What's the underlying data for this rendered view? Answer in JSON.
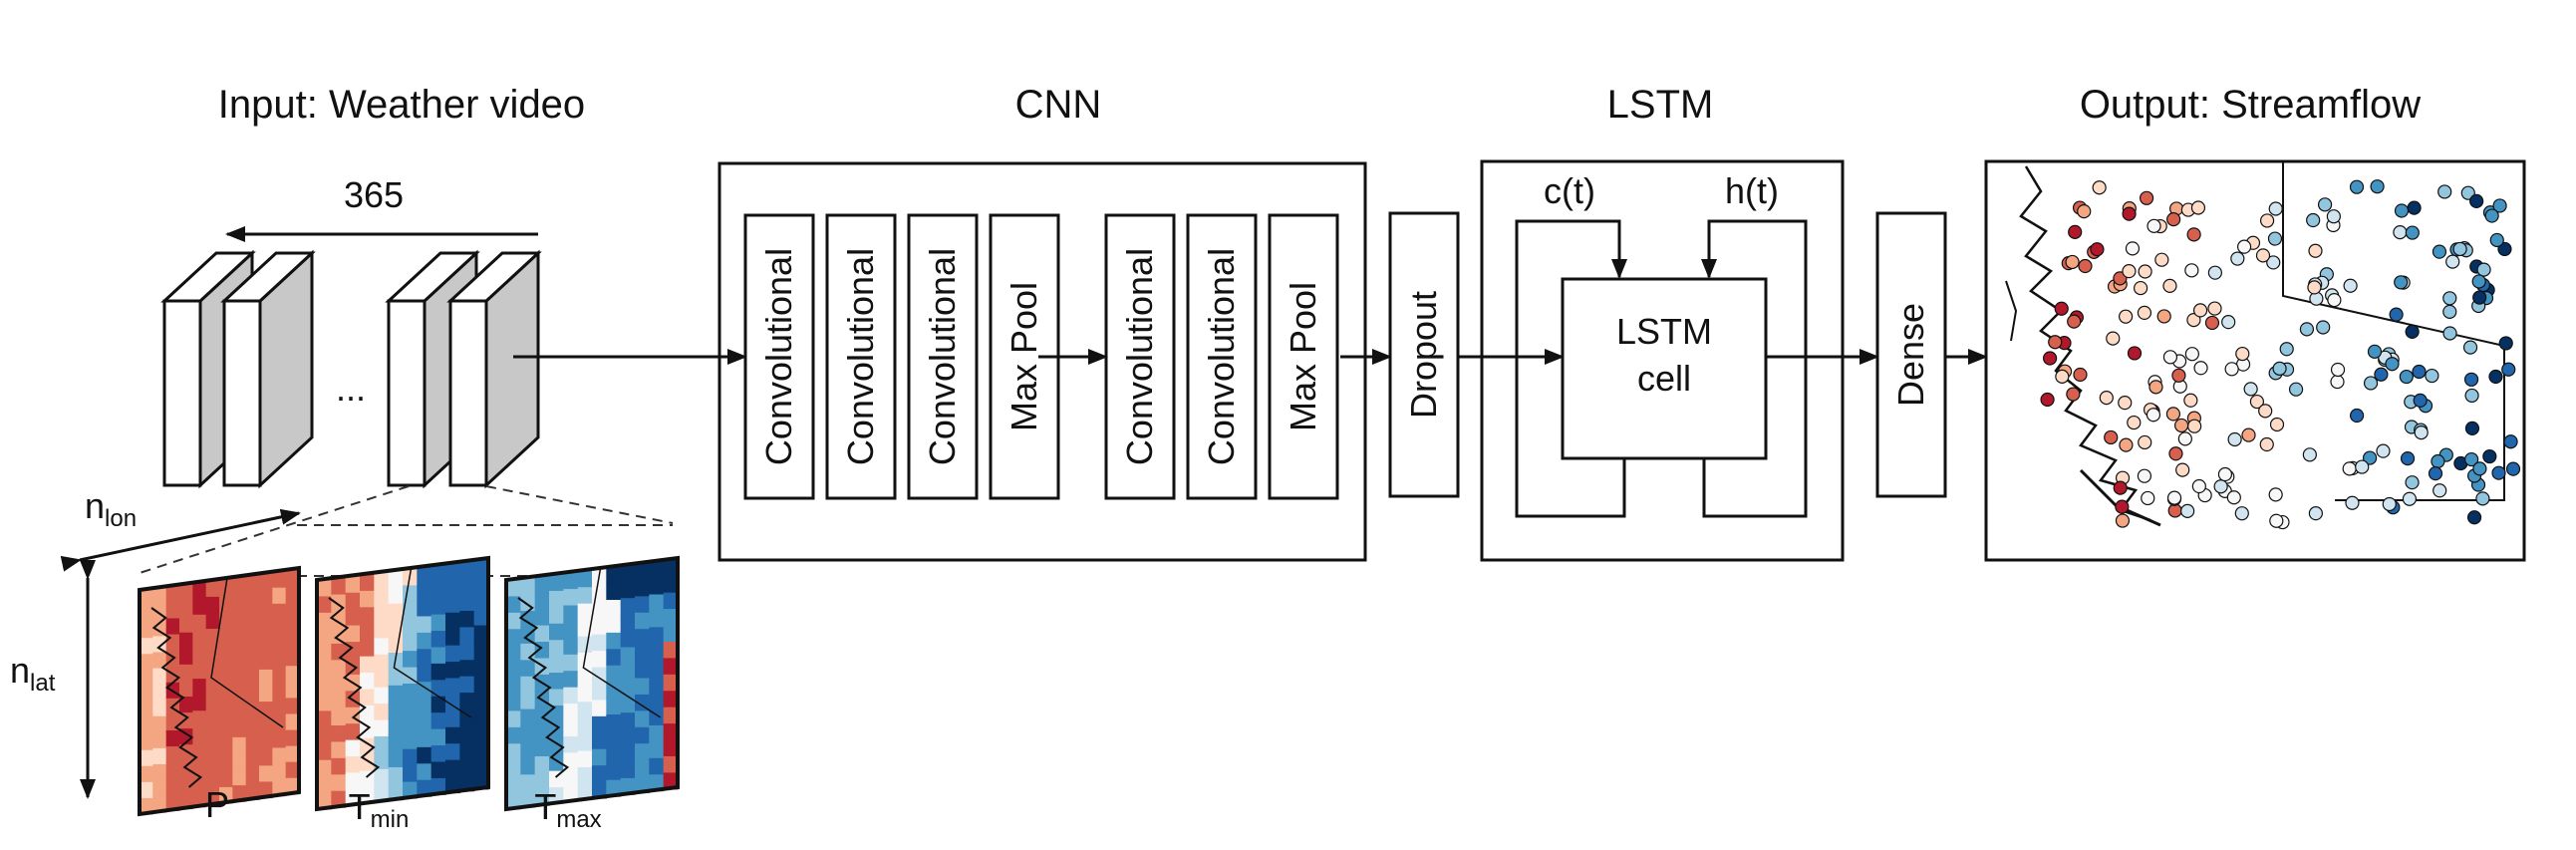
{
  "titles": {
    "input": "Input: Weather video",
    "cnn": "CNN",
    "lstm": "LSTM",
    "output": "Output: Streamflow"
  },
  "video": {
    "frames_count": "365",
    "ellipsis": "...",
    "n_lon": {
      "base": "n",
      "sub": "lon"
    },
    "n_lat": {
      "base": "n",
      "sub": "lat"
    },
    "maps": [
      {
        "label": "P",
        "sub": ""
      },
      {
        "label": "T",
        "sub": "min"
      },
      {
        "label": "T",
        "sub": "max"
      }
    ]
  },
  "cnn": {
    "layers": [
      "Convolutional",
      "Convolutional",
      "Convolutional",
      "Max Pool",
      "Convolutional",
      "Convolutional",
      "Max Pool"
    ]
  },
  "dropout": "Dropout",
  "lstm": {
    "cell_line1": "LSTM",
    "cell_line2": "cell",
    "c_label": "c(t)",
    "h_label": "h(t)"
  },
  "dense": "Dense",
  "colors": {
    "stroke": "#111111",
    "cube_side": "#c8c8c8",
    "red_dark": "#b2182b",
    "red": "#d6604d",
    "red_light": "#f4a582",
    "pale_red": "#fddbc7",
    "white": "#f7f7f7",
    "pale_blue": "#d1e5f0",
    "blue_light": "#92c5de",
    "blue": "#4393c3",
    "blue_dark": "#2166ac",
    "navy": "#053061"
  }
}
